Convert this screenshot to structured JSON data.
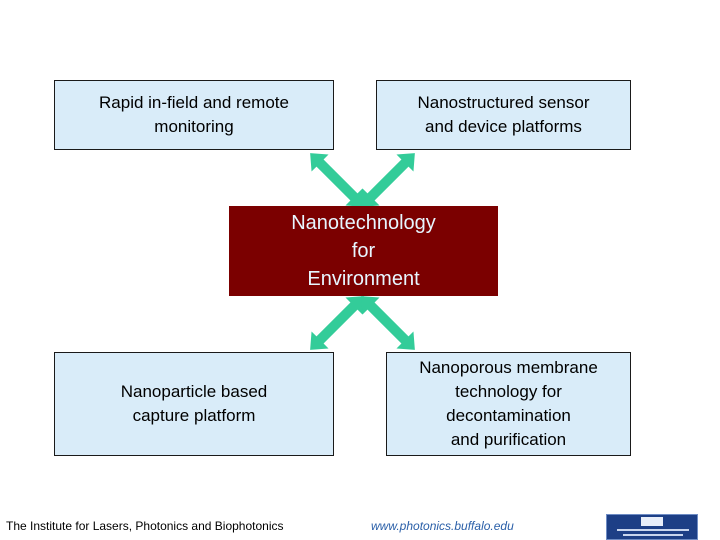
{
  "diagram": {
    "top_left": "Rapid in-field and remote\nmonitoring",
    "top_right": "Nanostructured sensor\nand device platforms",
    "center": "Nanotechnology\nfor\nEnvironment",
    "bottom_left": "Nanoparticle based\ncapture platform",
    "bottom_right": "Nanoporous membrane\ntechnology for\ndecontamination\nand purification"
  },
  "footer": {
    "institute": "The Institute for Lasers, Photonics and Biophotonics",
    "url": "www.photonics.buffalo.edu"
  },
  "colors": {
    "box_fill": "#d9ecf9",
    "center_fill": "#7b0000",
    "center_text": "#e7f6ff",
    "arrow": "#33cc99",
    "url_text": "#2a5fa8",
    "logo": "#1d3f86"
  }
}
